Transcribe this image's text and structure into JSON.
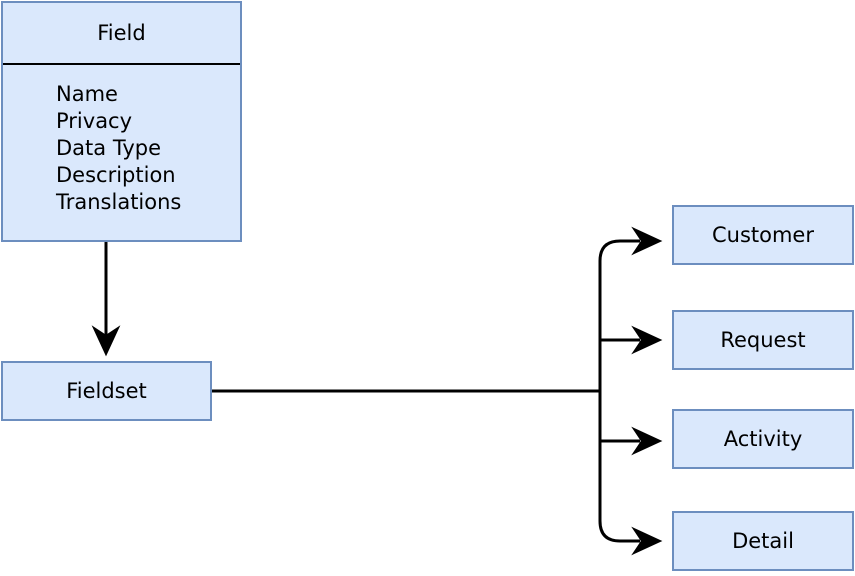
{
  "field": {
    "title": "Field",
    "attributes": [
      "Name",
      "Privacy",
      "Data Type",
      "Description",
      "Translations"
    ]
  },
  "fieldset": {
    "label": "Fieldset"
  },
  "targets": {
    "customer": "Customer",
    "request": "Request",
    "activity": "Activity",
    "detail": "Detail"
  },
  "colors": {
    "box_fill": "#dae8fc",
    "box_stroke": "#6c8ebf",
    "line": "#000000"
  }
}
